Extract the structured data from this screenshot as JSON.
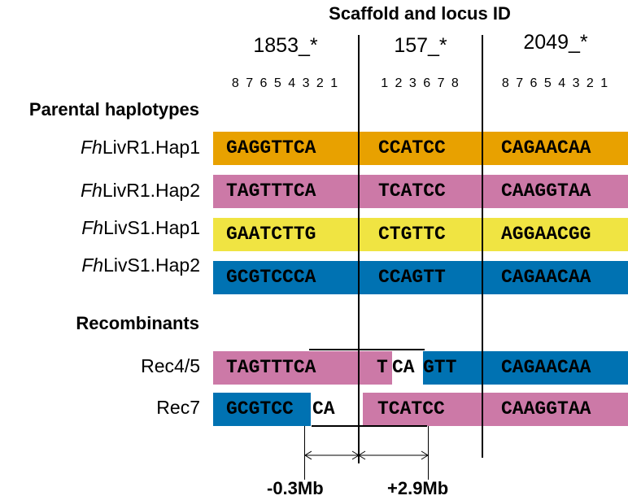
{
  "title": "Scaffold and locus ID",
  "colors": {
    "orange": "#E8A100",
    "pink": "#CC79A7",
    "yellow": "#F0E442",
    "blue": "#0072B2",
    "white": "#FFFFFF"
  },
  "loci": [
    {
      "id": "1853_*",
      "positions": "8 7 6 5 4 3 2 1"
    },
    {
      "id": "157_*",
      "positions": "1 2 3 6 7 8"
    },
    {
      "id": "2049_*",
      "positions": "8 7 6 5 4 3 2 1"
    }
  ],
  "sections": {
    "parental": "Parental haplotypes",
    "recombinants": "Recombinants"
  },
  "parental_rows": [
    {
      "prefix": "Fh",
      "label": "LivR1.Hap1",
      "color": "orange",
      "seqs": [
        "GAGGTTCA",
        "CCATCC",
        "CAGAACAA"
      ]
    },
    {
      "prefix": "Fh",
      "label": "LivR1.Hap2",
      "color": "pink",
      "seqs": [
        "TAGTTTCA",
        "TCATCC",
        "CAAGGTAA"
      ]
    },
    {
      "prefix": "Fh",
      "label": "LivS1.Hap1",
      "color": "yellow",
      "seqs": [
        "GAATCTTG",
        "CTGTTC",
        "AGGAACGG"
      ]
    },
    {
      "prefix": "Fh",
      "label": "LivS1.Hap2",
      "color": "blue",
      "seqs": [
        "GCGTCCCA",
        "CCAGTT",
        "CAGAACAA"
      ]
    }
  ],
  "recombinant_rows": [
    {
      "label": "Rec4/5",
      "seqs": [
        "TAGTTTCA",
        "T",
        "CA",
        "GTT",
        "CAGAACAA"
      ]
    },
    {
      "label": "Rec7",
      "seqs": [
        "GCGTCC",
        "CA",
        "TCATCC",
        "CAAGGTAA"
      ]
    }
  ],
  "distances": {
    "left": "-0.3Mb",
    "right": "+2.9Mb"
  }
}
